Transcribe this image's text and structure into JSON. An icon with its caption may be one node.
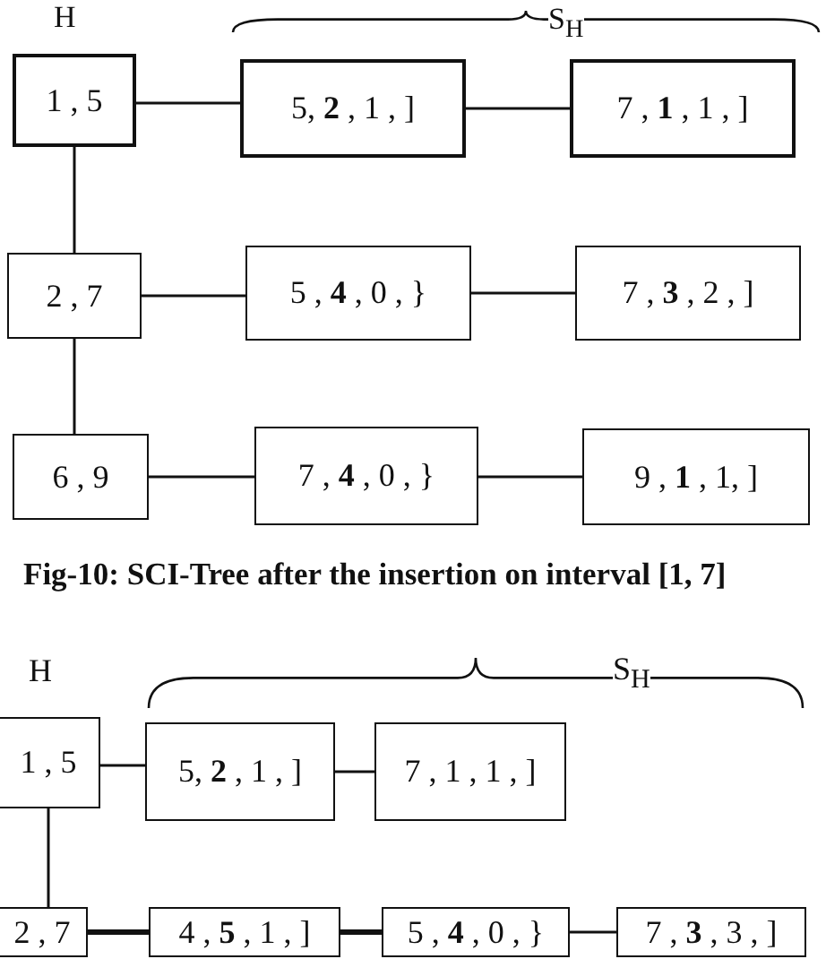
{
  "diagram": {
    "nodes": [
      {
        "text": [
          "1 , 5"
        ]
      },
      {
        "text": [
          "5, **2** , 1 , ]"
        ]
      },
      {
        "text": [
          "7 , **1** , 1 , ]"
        ]
      },
      {
        "text": [
          "2 , 7"
        ]
      },
      {
        "text": [
          "5 , **4** , 0 , }"
        ]
      },
      {
        "text": [
          "7 , **3** , 2 , ]"
        ]
      },
      {
        "text": [
          "6 , 9"
        ]
      },
      {
        "text": [
          "7 , **4** , 0 , }"
        ]
      },
      {
        "text": [
          "9 , **1** , 1, ]"
        ]
      },
      {
        "text": [
          "1 , 5"
        ]
      },
      {
        "text": [
          "5, **2** , 1 , ]"
        ]
      },
      {
        "text": [
          "7 , 1 , 1 , ]"
        ]
      },
      {
        "text": [
          "2 , 7"
        ]
      },
      {
        "text": [
          "4 , **5** , 1 , ]"
        ]
      },
      {
        "text": [
          "5 , **4** , 0 , }"
        ]
      },
      {
        "text": [
          "7 , **3** , 3 , ]"
        ]
      }
    ],
    "edges": [
      {
        "from": 0,
        "to": 1,
        "arrow": "none"
      },
      {
        "from": 1,
        "to": 2,
        "arrow": "none"
      },
      {
        "from": 0,
        "to": 3,
        "arrow": "none"
      },
      {
        "from": 3,
        "to": 4,
        "arrow": "none"
      },
      {
        "from": 4,
        "to": 5,
        "arrow": "none"
      },
      {
        "from": 3,
        "to": 6,
        "arrow": "none"
      },
      {
        "from": 6,
        "to": 7,
        "arrow": "none"
      },
      {
        "from": 7,
        "to": 8,
        "arrow": "none"
      },
      {
        "from": 9,
        "to": 10,
        "arrow": "none"
      },
      {
        "from": 10,
        "to": 11,
        "arrow": "none"
      },
      {
        "from": 9,
        "to": 12,
        "arrow": "none"
      },
      {
        "from": 12,
        "to": 13,
        "arrow": "none",
        "style": "thick"
      },
      {
        "from": 13,
        "to": 14,
        "arrow": "none",
        "style": "thick"
      },
      {
        "from": 14,
        "to": 15,
        "arrow": "none"
      }
    ],
    "labels": [
      "H",
      "S$_{H}$",
      "Fig-10: SCI-Tree after the insertion on interval [1, 7]",
      "H",
      "S$_{H}$"
    ]
  }
}
